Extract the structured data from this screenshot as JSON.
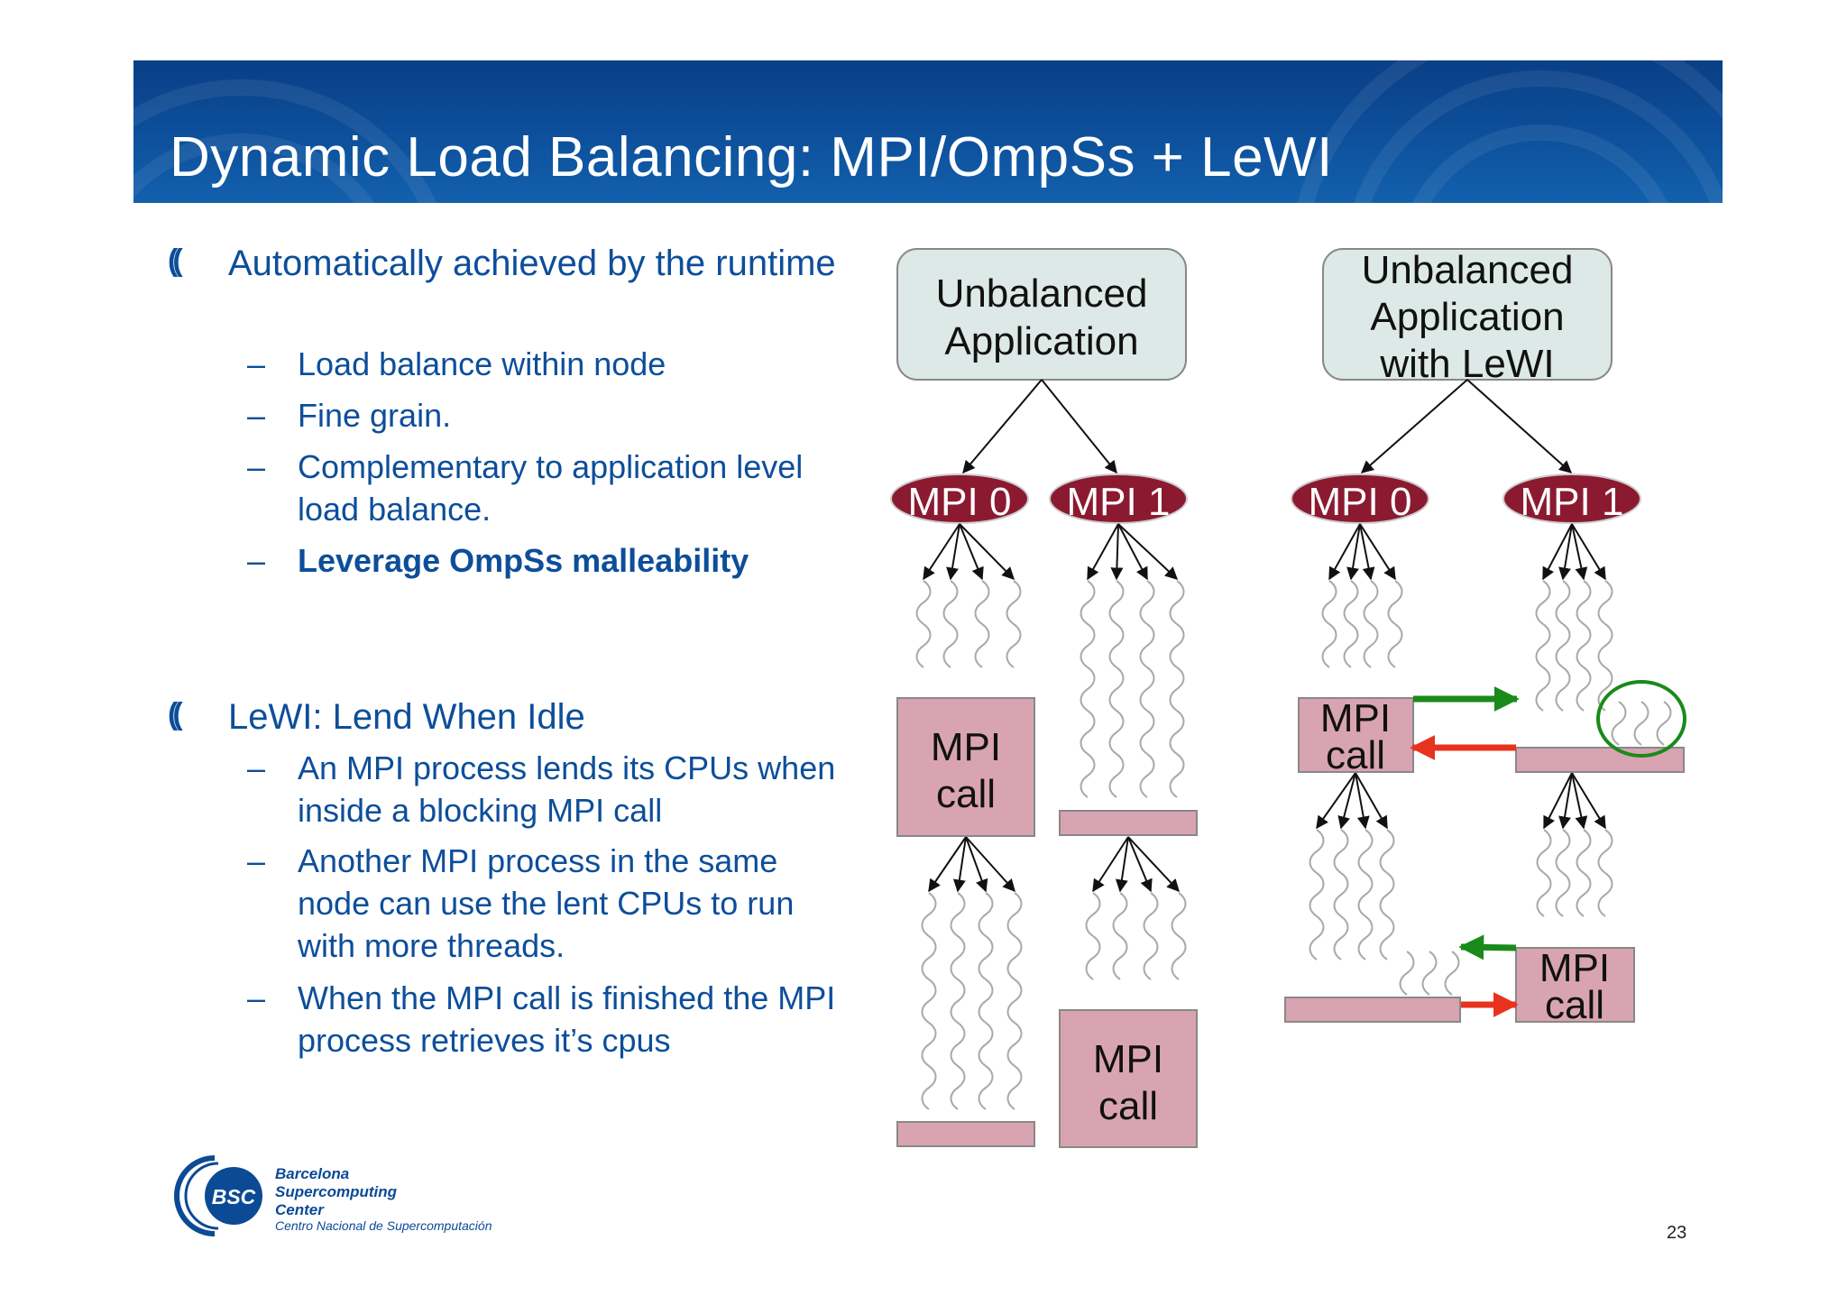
{
  "title": "Dynamic Load Balancing: MPI/OmpSs + LeWI",
  "colors": {
    "brand_blue": "#0d4e9a",
    "box_fill": "#dde9e6",
    "mpi_ellipse": "#8b1a30",
    "mpi_call_fill": "#d9a4b2",
    "arrow_lend": "#1a8a1a",
    "arrow_return": "#e8321e"
  },
  "bullet_glyph": "((",
  "sections": [
    {
      "heading": "Automatically achieved by the runtime",
      "items": [
        "Load balance within node",
        "Fine grain.",
        "Complementary to application level load balance.",
        "Leverage OmpSs malleability"
      ]
    },
    {
      "heading": "LeWI: Lend When Idle",
      "items": [
        "An MPI process lends its CPUs when inside a blocking MPI call",
        "Another MPI process in the same node can use the lent CPUs to run with more threads.",
        "When the MPI call is finished the MPI process retrieves it’s cpus"
      ]
    }
  ],
  "diagram": {
    "left": {
      "box_lines": [
        "Unbalanced",
        "Application"
      ],
      "process_0": "MPI 0",
      "process_1": "MPI 1",
      "call_lines": [
        "MPI",
        "call"
      ]
    },
    "right": {
      "box_lines": [
        "Unbalanced",
        "Application",
        "with LeWI"
      ],
      "process_0": "MPI 0",
      "process_1": "MPI 1",
      "call_lines": [
        "MPI",
        "call"
      ]
    }
  },
  "logo": {
    "acronym": "BSC",
    "name_lines": [
      "Barcelona",
      "Supercomputing",
      "Center"
    ],
    "subtitle": "Centro Nacional de Supercomputación"
  },
  "page_number": "23"
}
